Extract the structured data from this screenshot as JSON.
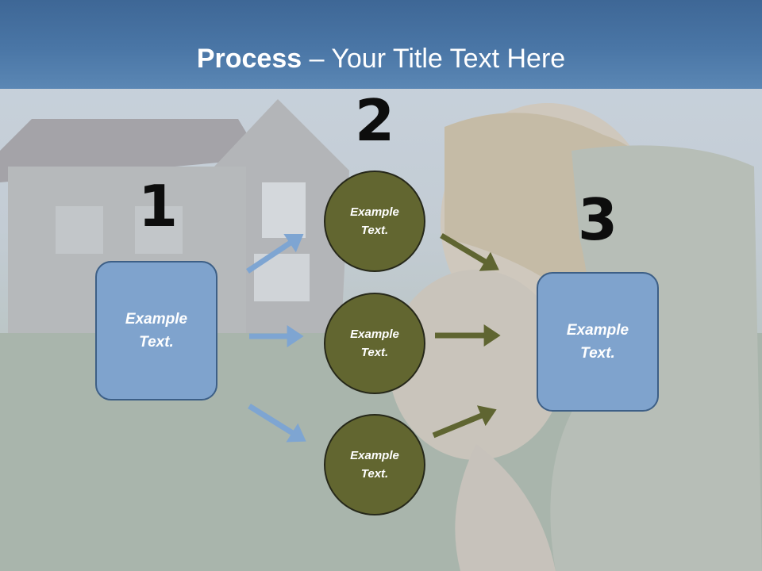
{
  "title": {
    "bold": "Process",
    "rest": " – Your Title Text Here"
  },
  "steps": {
    "one": "1",
    "two": "2",
    "three": "3"
  },
  "left_box": {
    "line1": "Example",
    "line2": "Text."
  },
  "circles": [
    {
      "line1": "Example",
      "line2": "Text."
    },
    {
      "line1": "Example",
      "line2": "Text."
    },
    {
      "line1": "Example",
      "line2": "Text."
    }
  ],
  "right_box": {
    "line1": "Example",
    "line2": "Text."
  },
  "colors": {
    "header": "#4a76a6",
    "box": "#7fa3cd",
    "circle": "#626630",
    "blue_arrow": "#7ea5d2",
    "olive_arrow": "#5f6531"
  }
}
